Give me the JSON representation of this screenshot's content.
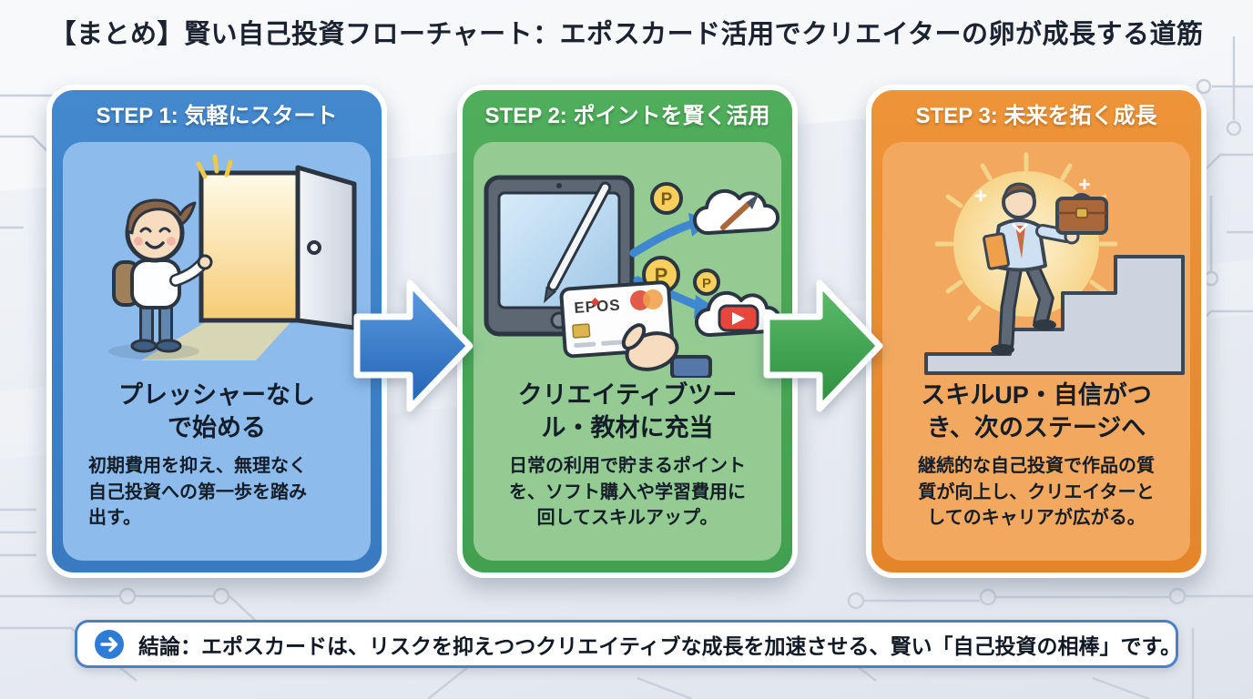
{
  "title": "【まとめ】賢い自己投資フローチャート：エポスカード活用でクリエイターの卵が成長する道筋",
  "steps": [
    {
      "header": "STEP 1: 気軽にスタート",
      "heading_lines": [
        "プレッシャーなし",
        "で始める"
      ],
      "body_lines": [
        "初期費用を抑え、無理なく",
        "自己投資への第一歩を踏み",
        "出す。"
      ],
      "illustration": "boy-opening-door",
      "colors": {
        "header": "#3d7ec3",
        "panel": "#8cbbec"
      }
    },
    {
      "header": "STEP 2: ポイントを賢く活用",
      "heading_lines": [
        "クリエイティブツー",
        "ル・教材に充当"
      ],
      "body_lines": [
        "日常の利用で貯まるポイント",
        "を、ソフト購入や学習費用に",
        "回してスキルアップ。"
      ],
      "illustration": "points-to-creative-tools",
      "card_label": "EPOS",
      "coin_letter": "P",
      "colors": {
        "header": "#48a654",
        "panel": "#93cb93"
      }
    },
    {
      "header": "STEP 3: 未来を拓く成長",
      "heading_lines": [
        "スキルUP・自信がつ",
        "き、次のステージへ"
      ],
      "body_lines": [
        "継続的な自己投資で作品の質",
        "質が向上し、クリエイターと",
        "してのキャリアが広がる。"
      ],
      "illustration": "career-growth-stairs",
      "colors": {
        "header": "#e8882e",
        "panel": "#f2a95f"
      }
    }
  ],
  "arrows": [
    {
      "direction": "right",
      "color": "#2e6fc0"
    },
    {
      "direction": "right",
      "color": "#349a46"
    }
  ],
  "conclusion": {
    "icon": "arrow-right-circle-icon",
    "icon_color": "#2f7cd6",
    "border_color": "#4a80c4",
    "text": "結論：エポスカードは、リスクを抑えつつクリエイティブな成長を加速させる、賢い「自己投資の相棒」です。"
  }
}
